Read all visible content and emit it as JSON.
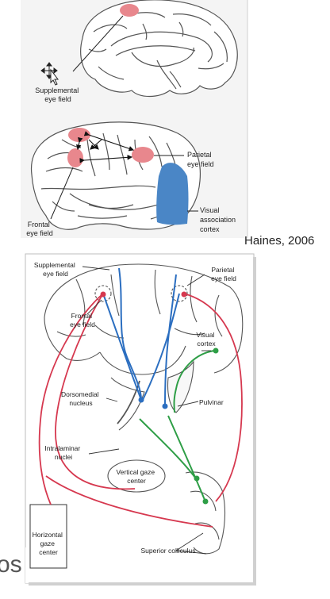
{
  "colors": {
    "eye_field_pink": "#e8878d",
    "visual_association_blue": "#4a86c6",
    "blue_pathway": "#2b6ec0",
    "green_pathway": "#2e9e46",
    "red_pathway": "#d6384f",
    "panel_bg": "#f4f4f4",
    "page_bg": "#ffffff"
  },
  "top_figure": {
    "labels": {
      "supplemental_eye_field": [
        "Supplemental",
        "eye field"
      ],
      "parietal_eye_field": [
        "Parietal",
        "eye field"
      ],
      "visual_association_cortex": [
        "Visual",
        "association",
        "cortex"
      ],
      "frontal_eye_field": [
        "Frontal",
        "eye field"
      ]
    },
    "caption": "Haines, 2006"
  },
  "bottom_figure": {
    "labels": {
      "supplemental_eye_field": [
        "Supplemental",
        "eye field"
      ],
      "parietal_eye_field": [
        "Parietal",
        "eye field"
      ],
      "frontal_eye_field": [
        "Frontal",
        "eye field"
      ],
      "visual_cortex": [
        "Visual",
        "cortex"
      ],
      "dorsomedial_nucleus": [
        "Dorsomedial",
        "nucleus"
      ],
      "pulvinar": "Pulvinar",
      "intralaminar_nuclei": [
        "Intralaminar",
        "nuclei"
      ],
      "vertical_gaze_center": [
        "Vertical gaze",
        "center"
      ],
      "horizontal_gaze_center": [
        "Horizontal",
        "gaze",
        "center"
      ],
      "superior_colliculus": "Superior colliculus"
    }
  },
  "background_cut_text": "os"
}
